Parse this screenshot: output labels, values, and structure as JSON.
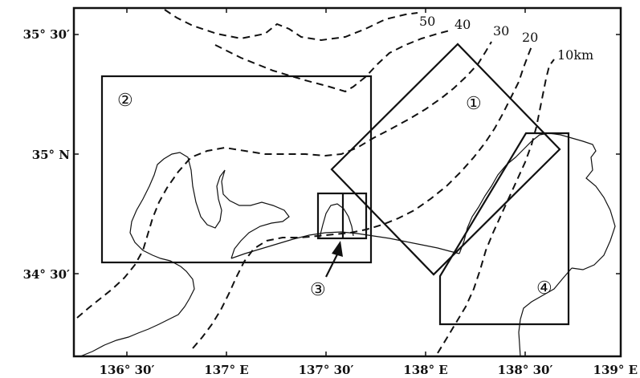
{
  "map": {
    "lon_range": [
      136.25,
      139.0
    ],
    "lat_range": [
      34.17,
      35.62
    ],
    "lat_labels": [
      {
        "lat": 35.5,
        "text": "35° 30′"
      },
      {
        "lat": 35.0,
        "text": "35° N"
      },
      {
        "lat": 34.5,
        "text": "34° 30′"
      }
    ],
    "lon_labels": [
      {
        "lon": 136.5,
        "text": "136° 30′"
      },
      {
        "lon": 137.0,
        "text": "137° E"
      },
      {
        "lon": 137.5,
        "text": "137° 30′"
      },
      {
        "lon": 138.0,
        "text": "138° E"
      },
      {
        "lon": 138.5,
        "text": "138° 30′"
      },
      {
        "lon": 139.0,
        "text": "139° E"
      }
    ],
    "contour_labels": [
      "50",
      "40",
      "30",
      "20",
      "10km"
    ],
    "region_labels": [
      "①",
      "②",
      "③",
      "④"
    ],
    "colors": {
      "ink": "#111111",
      "background": "#ffffff"
    }
  }
}
